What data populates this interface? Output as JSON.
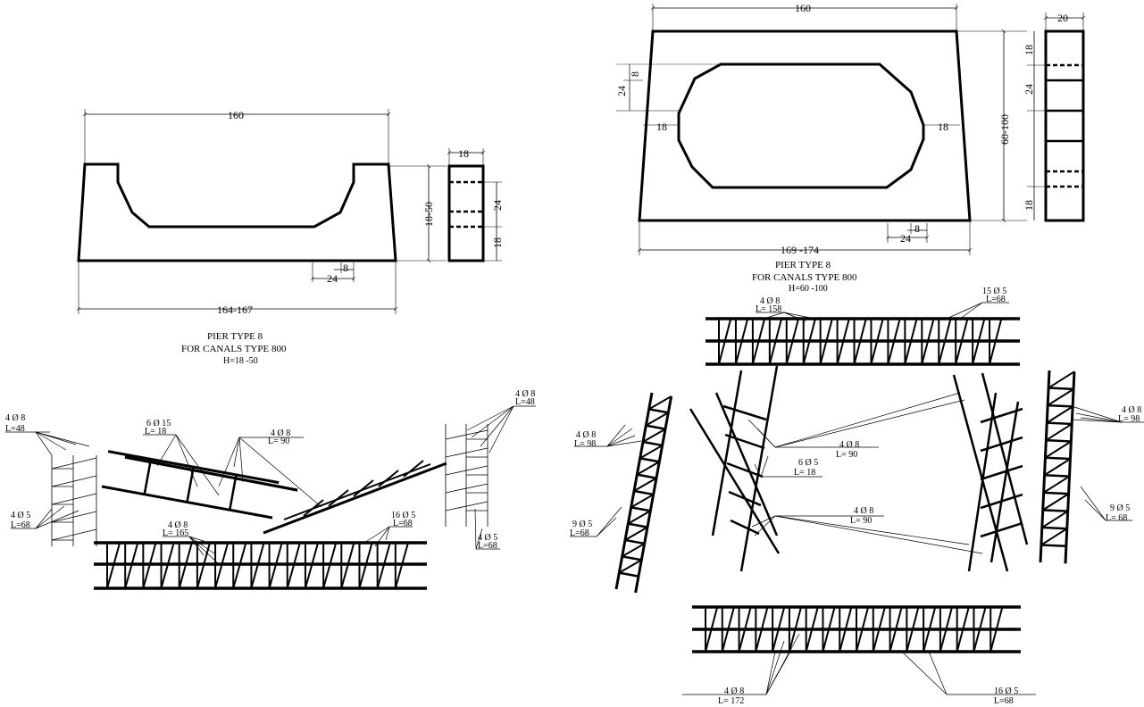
{
  "colors": {
    "ink": "#000000",
    "paper": "#ffffff"
  },
  "left_pier": {
    "dims": {
      "top_width": "160",
      "bottom_width": "164-167",
      "height": "18-50",
      "side_width": "18",
      "side_24": "24",
      "side_18": "18",
      "base_8": "8",
      "base_24": "24"
    },
    "caption": {
      "line1": "PIER TYPE 8",
      "line2": "FOR CANALS TYPE 800",
      "line3": "H=18 -50"
    },
    "rebar_labels": {
      "a_count": "4 Ø 8",
      "a_len": "L=48",
      "b_count": "6 Ø 15",
      "b_len": "L= 18",
      "c_count": "4 Ø 8",
      "c_len": "L= 90",
      "d_count": "4 Ø 8",
      "d_len": "L=48",
      "e_count": "4 Ø 5",
      "e_len": "L=68",
      "f_count": "4 Ø 8",
      "f_len": "L= 165",
      "g_count": "16 Ø 5",
      "g_len": "L=68",
      "h_count": "4 Ø 5",
      "h_len": "L=68"
    }
  },
  "right_pier": {
    "dims": {
      "top_width": "160",
      "bottom_width": "169 -174",
      "height": "60-100",
      "side_width": "20",
      "left_8": "8",
      "left_24": "24",
      "inner_left": "18",
      "inner_right": "18",
      "side_18_top": "18",
      "side_24": "24",
      "side_18_bottom": "18",
      "base_8": "8",
      "base_24": "24"
    },
    "caption": {
      "line1": "PIER TYPE 8",
      "line2": "FOR CANALS TYPE 800",
      "line3": "H=60 -100"
    },
    "rebar_labels": {
      "a_count": "4 Ø 8",
      "a_len": "L= 158",
      "b_count": "15 Ø 5",
      "b_len": "L=68",
      "c_count": "4 Ø 8",
      "c_len": "L= 98",
      "d_count": "4 Ø 8",
      "d_len": "L= 90",
      "e_count": "6 Ø 5",
      "e_len": "L= 18",
      "f_count": "4 Ø 8",
      "f_len": "L= 98",
      "g_count": "4 Ø 8",
      "g_len": "L= 90",
      "h_count": "9 Ø 5",
      "h_len": "L=68",
      "i_count": "9 Ø 5",
      "i_len": "L= 68",
      "j_count": "4 Ø 8",
      "j_len": "L= 172",
      "k_count": "16 Ø 5",
      "k_len": "L=68"
    }
  }
}
